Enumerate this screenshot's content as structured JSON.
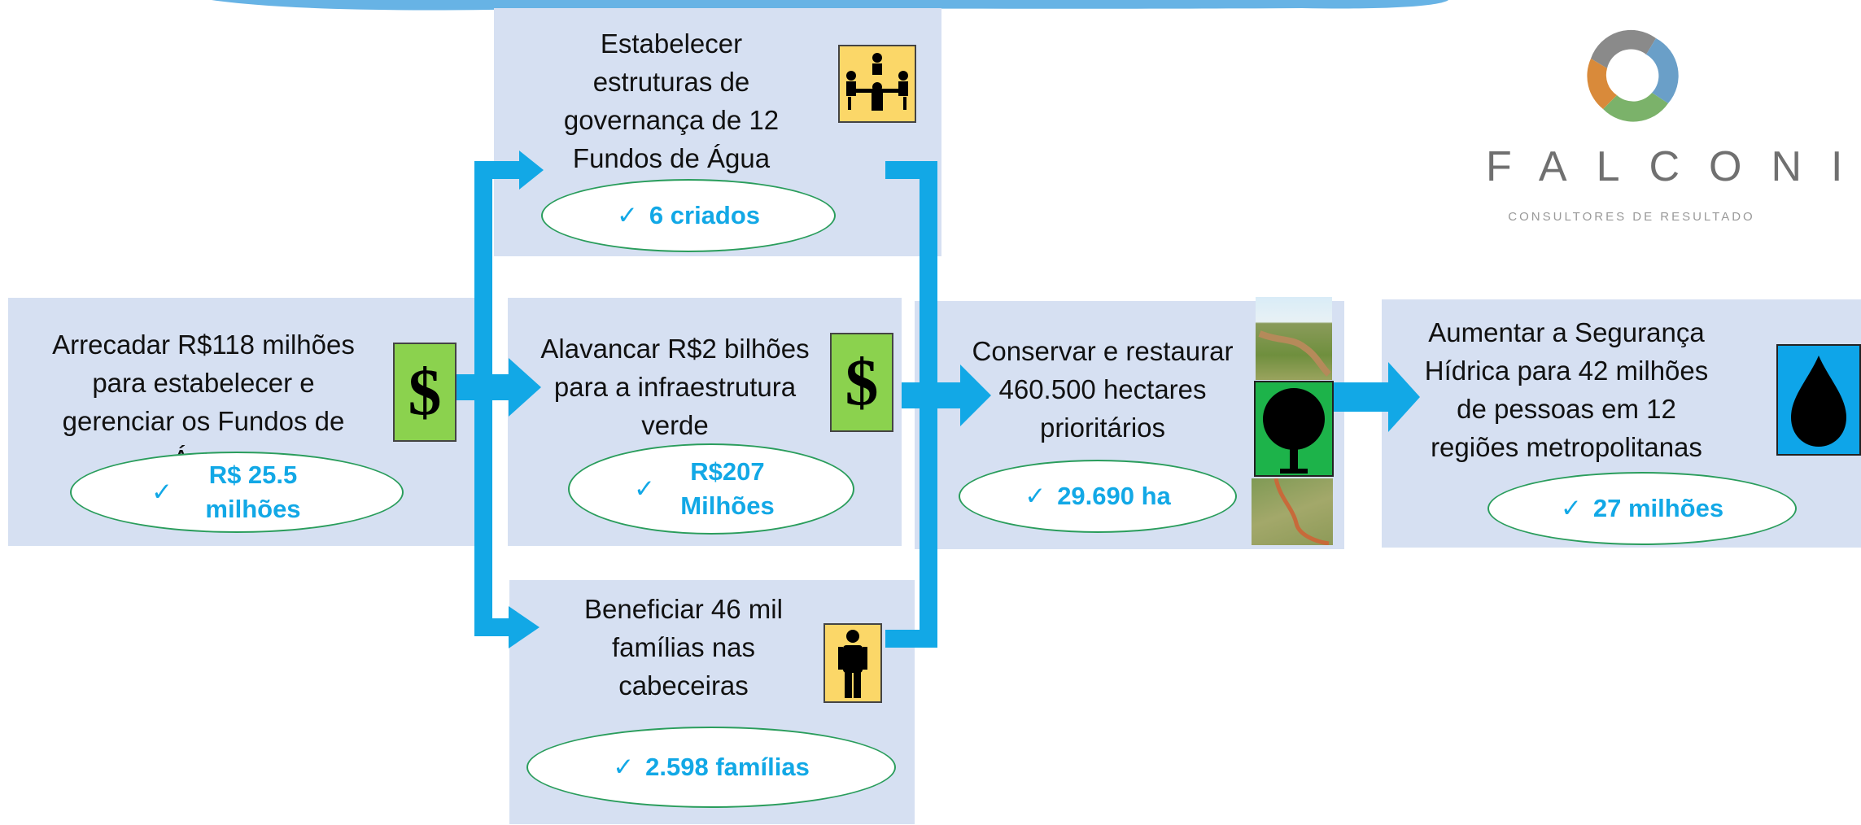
{
  "colors": {
    "box": "#d6e0f2",
    "arrow": "#12a8e6",
    "ellipse_border": "#2a9d5c",
    "result_text": "#12a8e6",
    "dollar_bg": "#8bd24e",
    "icon_yellow": "#fbd768",
    "drop_bg": "#0ea5e9"
  },
  "logo": {
    "name": "FALCONI",
    "tagline": "CONSULTORES DE RESULTADO"
  },
  "nodes": {
    "arrecadar": {
      "label": "Arrecadar R$118 milhões para estabelecer e gerenciar os Fundos de Água",
      "result": "R$ 25.5 milhões",
      "icon": "dollar-icon",
      "icon_glyph": "$"
    },
    "governanca": {
      "label": "Estabelecer estruturas de governança de 12 Fundos de Água",
      "result": "6 criados",
      "icon": "meeting-icon"
    },
    "alavancar": {
      "label": "Alavancar R$2 bilhões para a infraestrutura verde",
      "result": "R$207 Milhões",
      "icon": "dollar-icon",
      "icon_glyph": "$"
    },
    "beneficiar": {
      "label": "Beneficiar 46 mil famílias nas cabeceiras",
      "result": "2.598 famílias",
      "icon": "person-icon"
    },
    "conservar": {
      "label": "Conservar e restaurar 460.500 hectares prioritários",
      "result": "29.690 ha",
      "icon": "tree-icon"
    },
    "aumentar": {
      "label": "Aumentar a Segurança Hídrica para 42 milhões de pessoas em 12 regiões metropolitanas",
      "result": "27 milhões",
      "icon": "water-drop-icon"
    }
  },
  "check_glyph": "✓"
}
